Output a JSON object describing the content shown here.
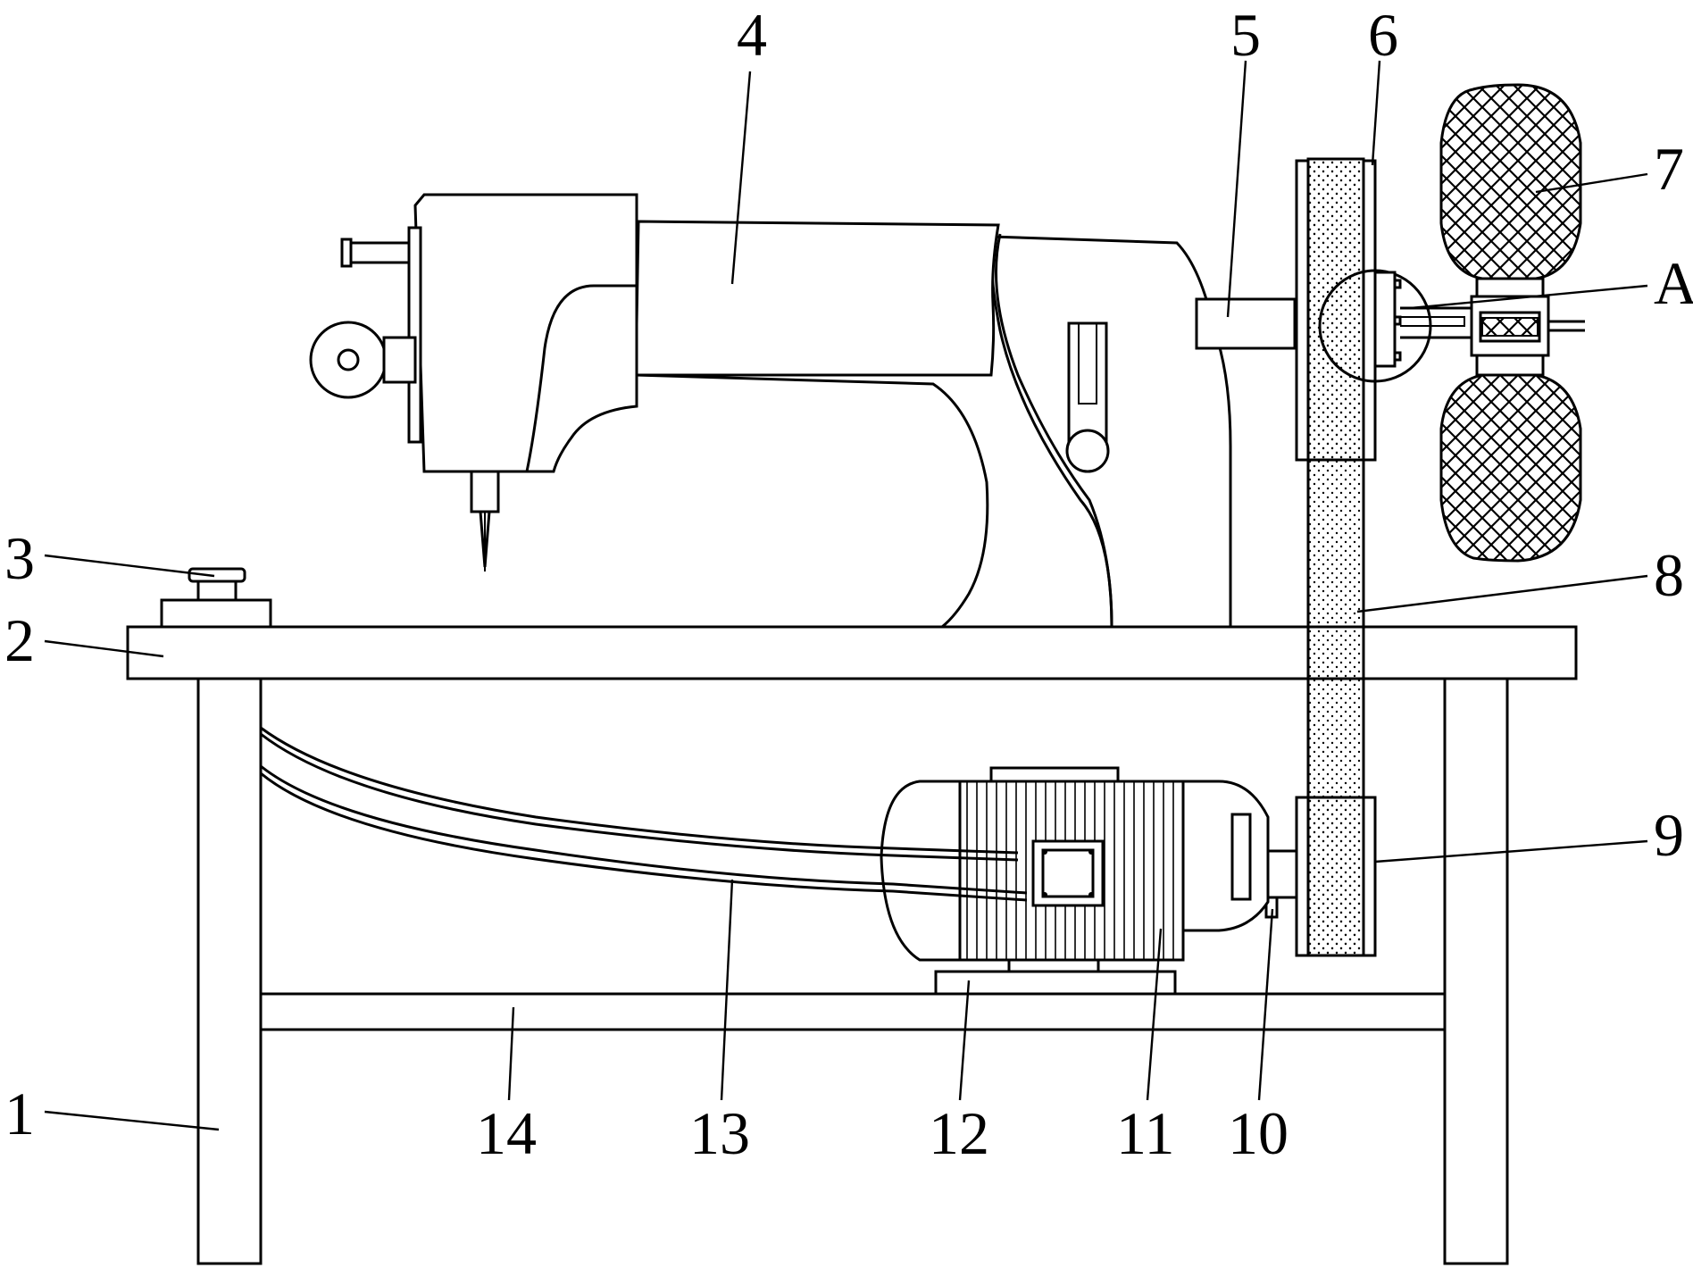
{
  "labels": {
    "l1": "1",
    "l2": "2",
    "l3": "3",
    "l4": "4",
    "l5": "5",
    "l6": "6",
    "l7": "7",
    "lA": "A",
    "l8": "8",
    "l9": "9",
    "l10": "10",
    "l11": "11",
    "l12": "12",
    "l13": "13",
    "l14": "14"
  }
}
